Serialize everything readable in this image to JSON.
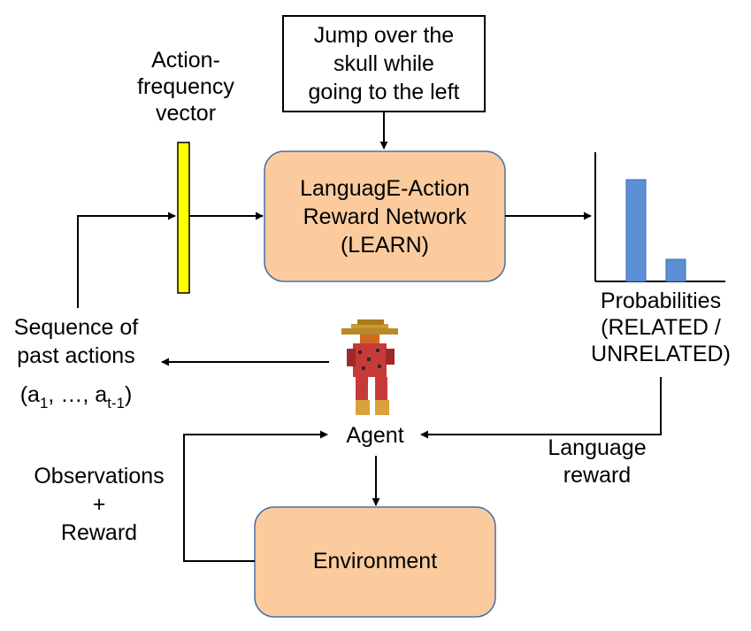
{
  "instruction_box": {
    "lines": [
      "Jump over the",
      "skull while",
      "going to the left"
    ]
  },
  "vector_label": {
    "lines": [
      "Action-",
      "frequency",
      "vector"
    ]
  },
  "learn_box": {
    "lines": [
      "LanguagE-Action",
      "Reward Network",
      "(LEARN)"
    ]
  },
  "probabilities": {
    "lines": [
      "Probabilities",
      "(RELATED /",
      "UNRELATED)"
    ],
    "values": {
      "related": 0.79,
      "unrelated": 0.17
    }
  },
  "past_actions": {
    "lines": [
      "Sequence of",
      "past actions"
    ],
    "tuple": {
      "open": "(a",
      "sub1": "1",
      "middle": ", …, a",
      "sub2": "t-1",
      "close": ")"
    }
  },
  "agent": {
    "label": "Agent"
  },
  "language_reward": {
    "lines": [
      "Language",
      "reward"
    ]
  },
  "observations": {
    "lines": [
      "Observations",
      "+",
      "Reward"
    ]
  },
  "environment": {
    "label": "Environment"
  },
  "colors": {
    "box_fill": "#fbcb9d",
    "box_stroke": "#4a6fa5",
    "vector_fill": "#ffff00",
    "bar_fill": "#5b8fd6"
  }
}
